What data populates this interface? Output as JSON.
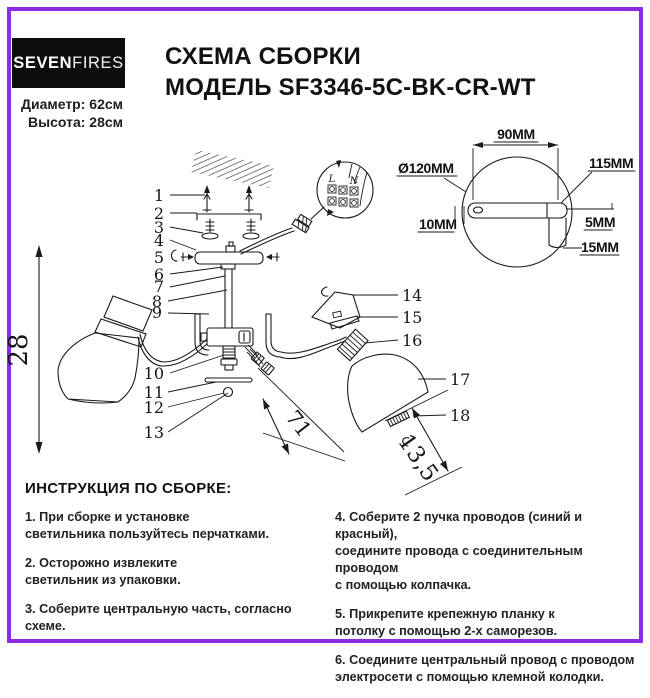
{
  "page": {
    "border_color": "#8B2BE2",
    "background": "#ffffff"
  },
  "header": {
    "brand": {
      "bold": "SEVEN",
      "light": "FIRES"
    },
    "diameter": "Диаметр: 62см",
    "height": "Высота: 28см",
    "title1": "СХЕМА СБОРКИ",
    "title2": "МОДЕЛЬ SF3346-5C-BK-CR-WT"
  },
  "diagram": {
    "parts": [
      "1",
      "2",
      "3",
      "4",
      "5",
      "6",
      "7",
      "8",
      "9",
      "10",
      "11",
      "12",
      "13",
      "14",
      "15",
      "16",
      "17",
      "18"
    ],
    "dims": {
      "overall_height": "28",
      "arm_length": "71",
      "shade_length": "13,5",
      "hole_spacing": "90MM",
      "plate_diameter": "Ø120MM",
      "plate_width": "115MM",
      "hole_offset": "10MM",
      "plate_thickness": "5MM",
      "cup_depth": "15MM"
    },
    "terminal": {
      "live": "L",
      "neutral": "N"
    }
  },
  "instructions": {
    "heading": "ИНСТРУКЦИЯ ПО СБОРКЕ:",
    "items_left": [
      "1. При сборке и установке\nсветильника пользуйтесь перчатками.",
      "2. Осторожно извлеките\nсветильник из упаковки.",
      "3. Соберите центральную часть, согласно схеме."
    ],
    "items_right": [
      "4. Соберите 2 пучка проводов (синий и красный),\nсоедините провода с соединительным проводом\nс помощью колпачка.",
      "5. Прикрепите крепежную планку к\nпотолку с помощью 2-х саморезов.",
      "6. Соедините центральный провод с проводом\nэлектросети с помощью клемной колодки."
    ]
  }
}
